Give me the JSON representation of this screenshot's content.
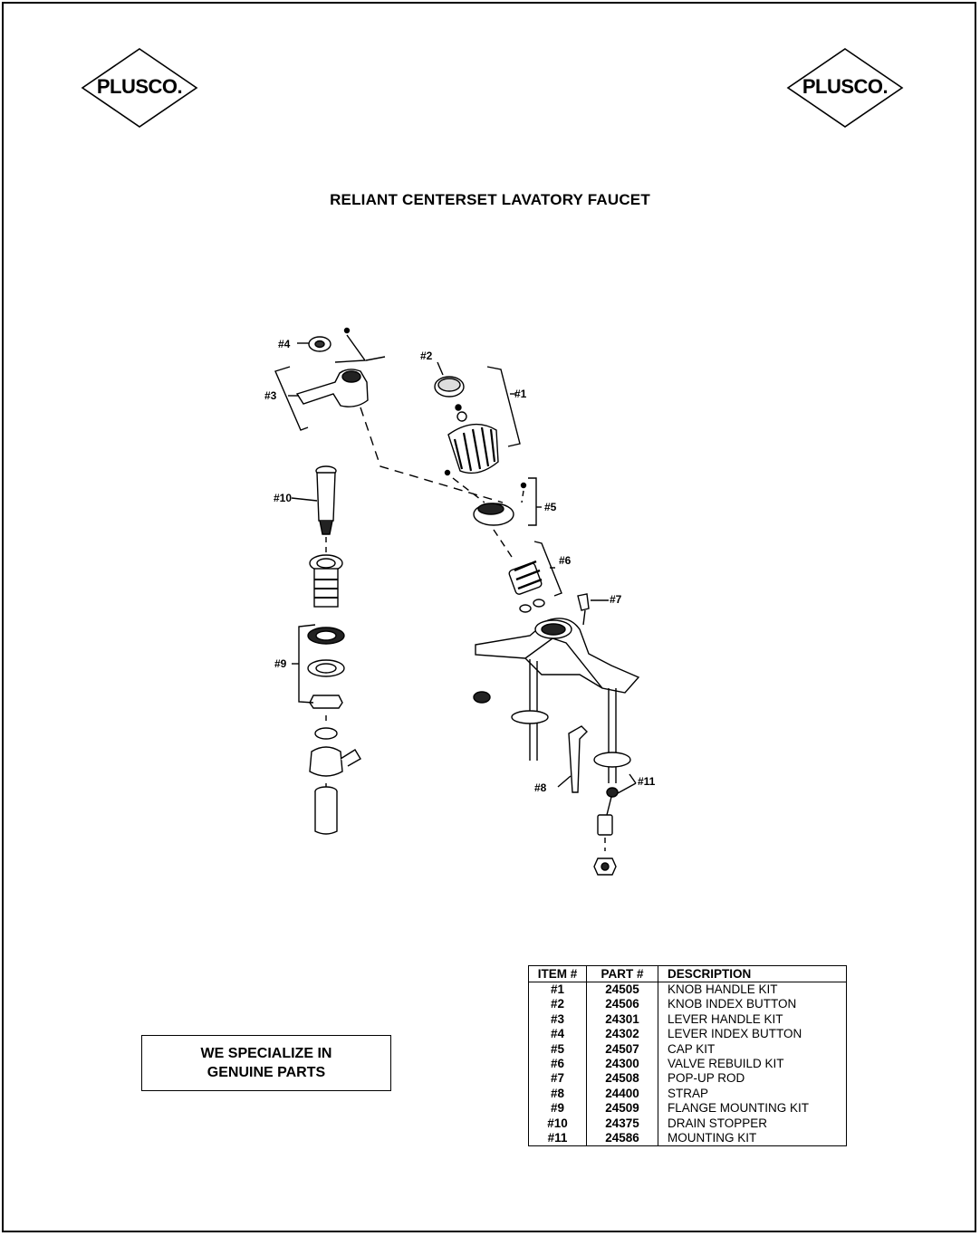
{
  "brand": {
    "logo_left": "PLUSCO.",
    "logo_right": "PLUSCO."
  },
  "title": "RELIANT CENTERSET LAVATORY FAUCET",
  "callouts": {
    "c1": "#1",
    "c2": "#2",
    "c3": "#3",
    "c4": "#4",
    "c5": "#5",
    "c6": "#6",
    "c7": "#7",
    "c8": "#8",
    "c9": "#9",
    "c10": "#10",
    "c11": "#11"
  },
  "banner": {
    "line1": "WE SPECIALIZE IN",
    "line2": "GENUINE PARTS"
  },
  "parts_table": {
    "headers": {
      "item": "ITEM #",
      "part": "PART #",
      "description": "DESCRIPTION"
    },
    "rows": [
      {
        "item": "#1",
        "part": "24505",
        "description": "KNOB HANDLE KIT"
      },
      {
        "item": "#2",
        "part": "24506",
        "description": "KNOB INDEX BUTTON"
      },
      {
        "item": "#3",
        "part": "24301",
        "description": "LEVER HANDLE KIT"
      },
      {
        "item": "#4",
        "part": "24302",
        "description": "LEVER INDEX BUTTON"
      },
      {
        "item": "#5",
        "part": "24507",
        "description": "CAP KIT"
      },
      {
        "item": "#6",
        "part": "24300",
        "description": "VALVE REBUILD KIT"
      },
      {
        "item": "#7",
        "part": "24508",
        "description": "POP-UP ROD"
      },
      {
        "item": "#8",
        "part": "24400",
        "description": "STRAP"
      },
      {
        "item": "#9",
        "part": "24509",
        "description": "FLANGE MOUNTING KIT"
      },
      {
        "item": "#10",
        "part": "24375",
        "description": "DRAIN STOPPER"
      },
      {
        "item": "#11",
        "part": "24586",
        "description": "MOUNTING KIT"
      }
    ]
  }
}
